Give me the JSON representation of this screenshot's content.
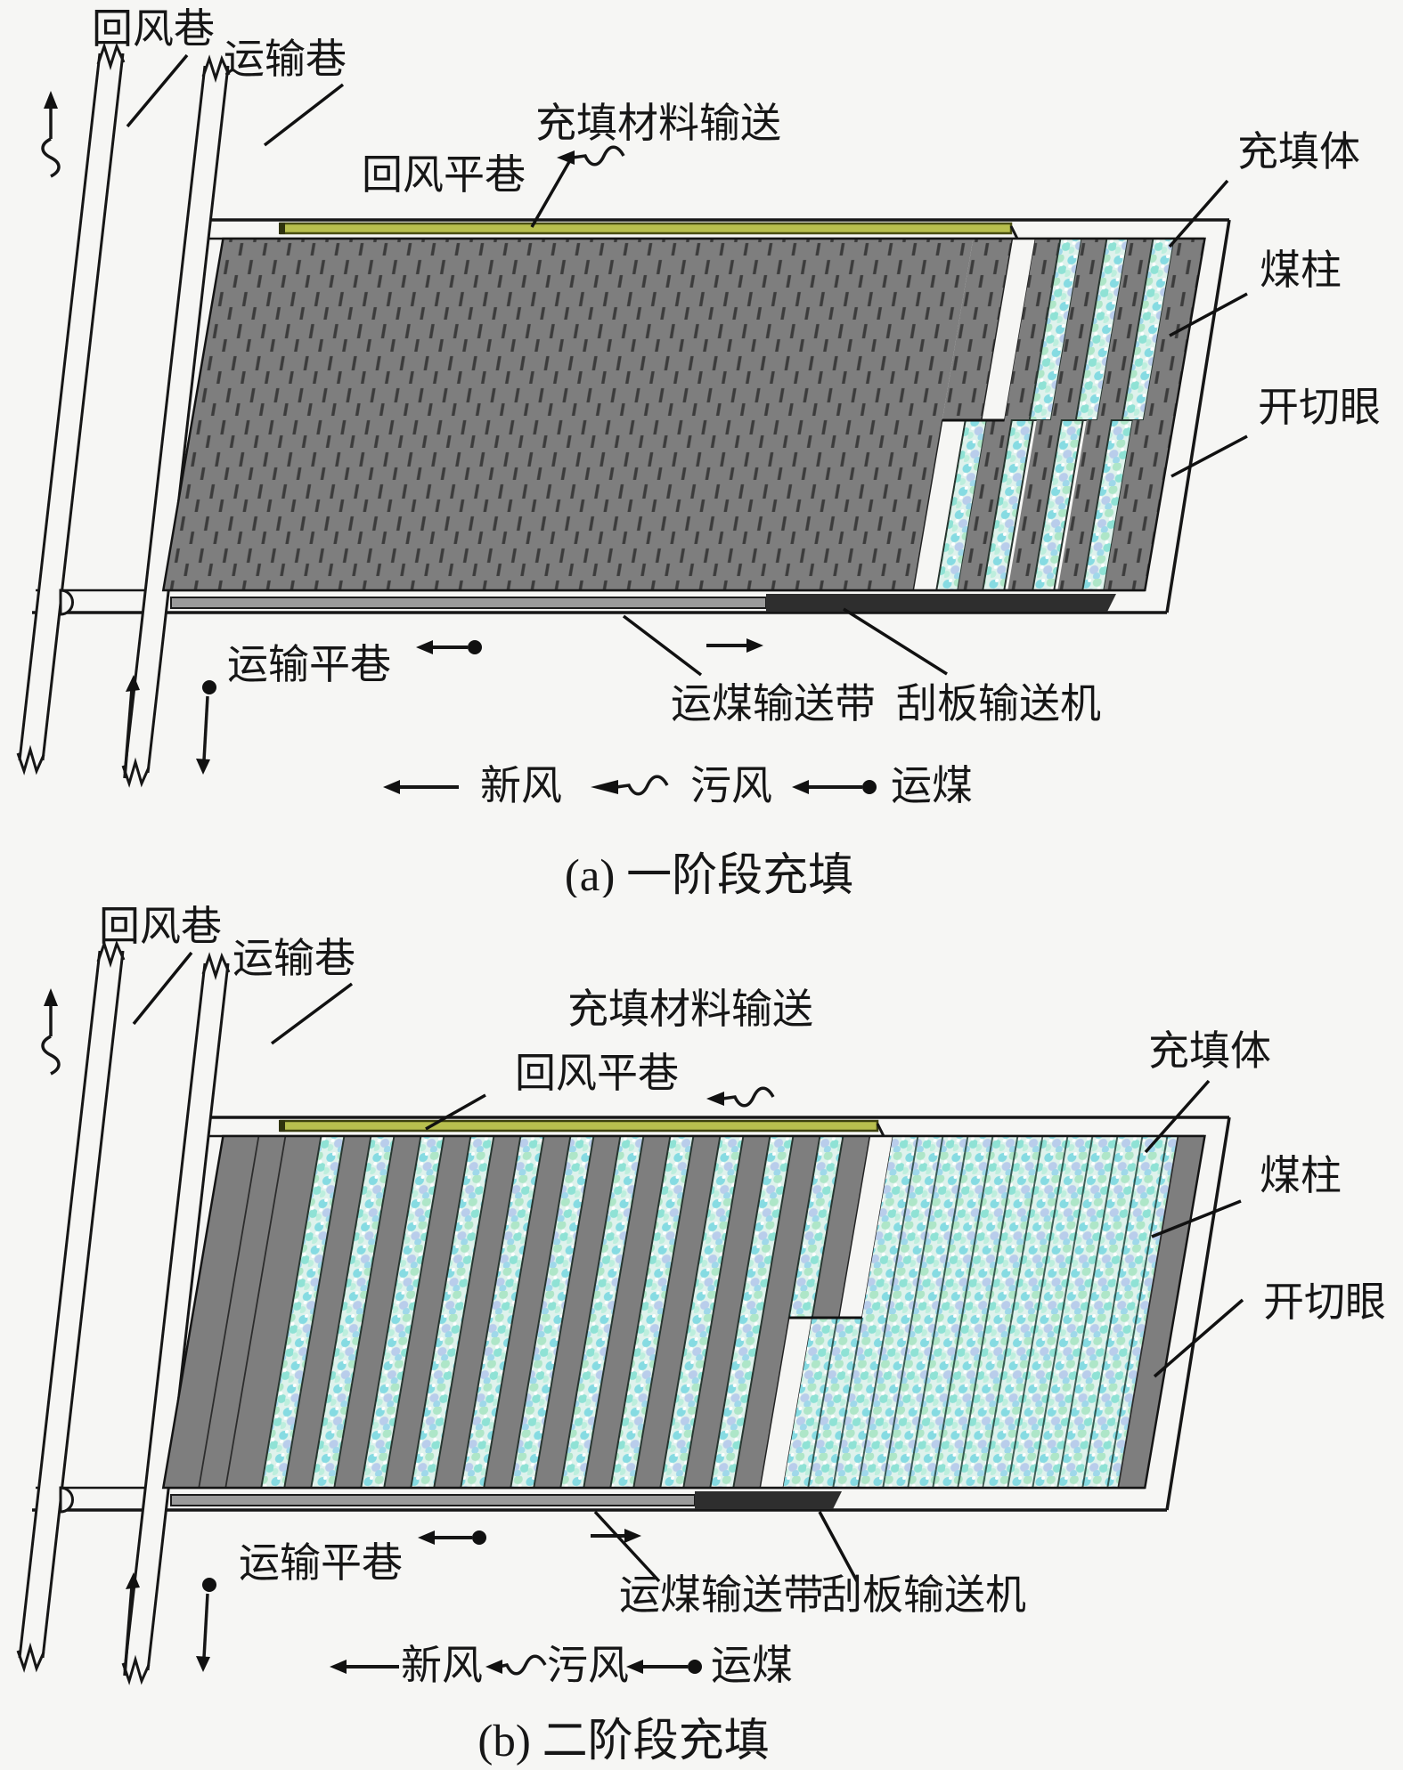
{
  "labels": {
    "return_air_raise": "回风巷",
    "transport_raise": "运输巷",
    "return_air_gateway": "回风平巷",
    "fill_material_transport": "充填材料输送",
    "backfill_body": "充填体",
    "coal_pillar": "煤柱",
    "open_off_cut": "开切眼",
    "transport_gateway": "运输平巷",
    "coal_conveyor_belt": "运煤输送带",
    "scraper_conveyor": "刮板输送机"
  },
  "legend": {
    "fresh_air": "新风",
    "foul_air": "污风",
    "coal_haulage": "运煤"
  },
  "captions": {
    "a": "(a) 一阶段充填",
    "b": "(b) 二阶段充填"
  },
  "colors": {
    "coal_panel_gray": "#7e7e7e",
    "cleat_dash": "#3c3c3c",
    "backfill_base": "#def2ec",
    "backfill_speckle_cyan": "#86dbe2",
    "backfill_speckle_green": "#aee6c8",
    "backfill_speckle_blue": "#b9cdeb",
    "fill_conveyor_olive": "#b8bf4e",
    "belt_gray": "#9b9b9b",
    "scraper_dark": "#2e2e2e",
    "outline": "#141414"
  }
}
